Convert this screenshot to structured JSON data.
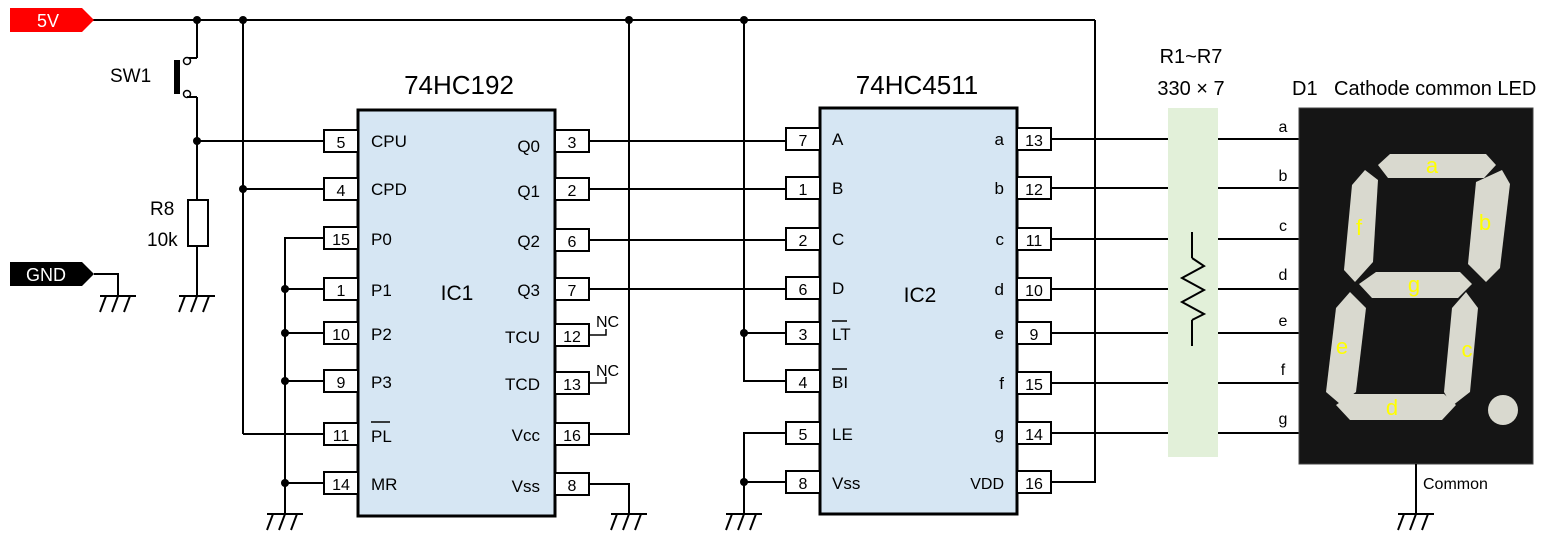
{
  "power": {
    "vcc_label": "5V",
    "gnd_label": "GND"
  },
  "sw1": {
    "label": "SW1"
  },
  "r8": {
    "name": "R8",
    "value": "10k"
  },
  "ic1": {
    "title": "74HC192",
    "ref": "IC1",
    "left_pins": [
      {
        "num": "5",
        "name": "CPU"
      },
      {
        "num": "4",
        "name": "CPD"
      },
      {
        "num": "15",
        "name": "P0"
      },
      {
        "num": "1",
        "name": "P1"
      },
      {
        "num": "10",
        "name": "P2"
      },
      {
        "num": "9",
        "name": "P3"
      },
      {
        "num": "11",
        "name": "PL"
      },
      {
        "num": "14",
        "name": "MR"
      }
    ],
    "right_pins": [
      {
        "num": "3",
        "name": "Q0"
      },
      {
        "num": "2",
        "name": "Q1"
      },
      {
        "num": "6",
        "name": "Q2"
      },
      {
        "num": "7",
        "name": "Q3"
      },
      {
        "num": "12",
        "name": "TCU"
      },
      {
        "num": "13",
        "name": "TCD"
      },
      {
        "num": "16",
        "name": "Vcc"
      },
      {
        "num": "8",
        "name": "Vss"
      }
    ],
    "nc_label": "NC"
  },
  "ic2": {
    "title": "74HC4511",
    "ref": "IC2",
    "left_pins": [
      {
        "num": "7",
        "name": "A"
      },
      {
        "num": "1",
        "name": "B"
      },
      {
        "num": "2",
        "name": "C"
      },
      {
        "num": "6",
        "name": "D"
      },
      {
        "num": "3",
        "name": "LT"
      },
      {
        "num": "4",
        "name": "BI"
      },
      {
        "num": "5",
        "name": "LE"
      },
      {
        "num": "8",
        "name": "Vss"
      }
    ],
    "right_pins": [
      {
        "num": "13",
        "name": "a"
      },
      {
        "num": "12",
        "name": "b"
      },
      {
        "num": "11",
        "name": "c"
      },
      {
        "num": "10",
        "name": "d"
      },
      {
        "num": "9",
        "name": "e"
      },
      {
        "num": "15",
        "name": "f"
      },
      {
        "num": "14",
        "name": "g"
      },
      {
        "num": "16",
        "name": "VDD"
      }
    ]
  },
  "resistors": {
    "name": "R1~R7",
    "value": "330 × 7"
  },
  "display": {
    "ref": "D1",
    "title": "Cathode common LED",
    "inputs": [
      "a",
      "b",
      "c",
      "d",
      "e",
      "f",
      "g"
    ],
    "segments": [
      "a",
      "b",
      "c",
      "d",
      "e",
      "f",
      "g"
    ],
    "common_label": "Common",
    "segment_text_color": "#ffff00",
    "segment_color": "#d9d9cf",
    "body_color": "#151515"
  },
  "colors": {
    "vcc_flag": "#ff0000",
    "gnd_flag": "#000000",
    "ic_fill": "#d6e6f3",
    "resistor_fill": "#e2f0d9"
  }
}
